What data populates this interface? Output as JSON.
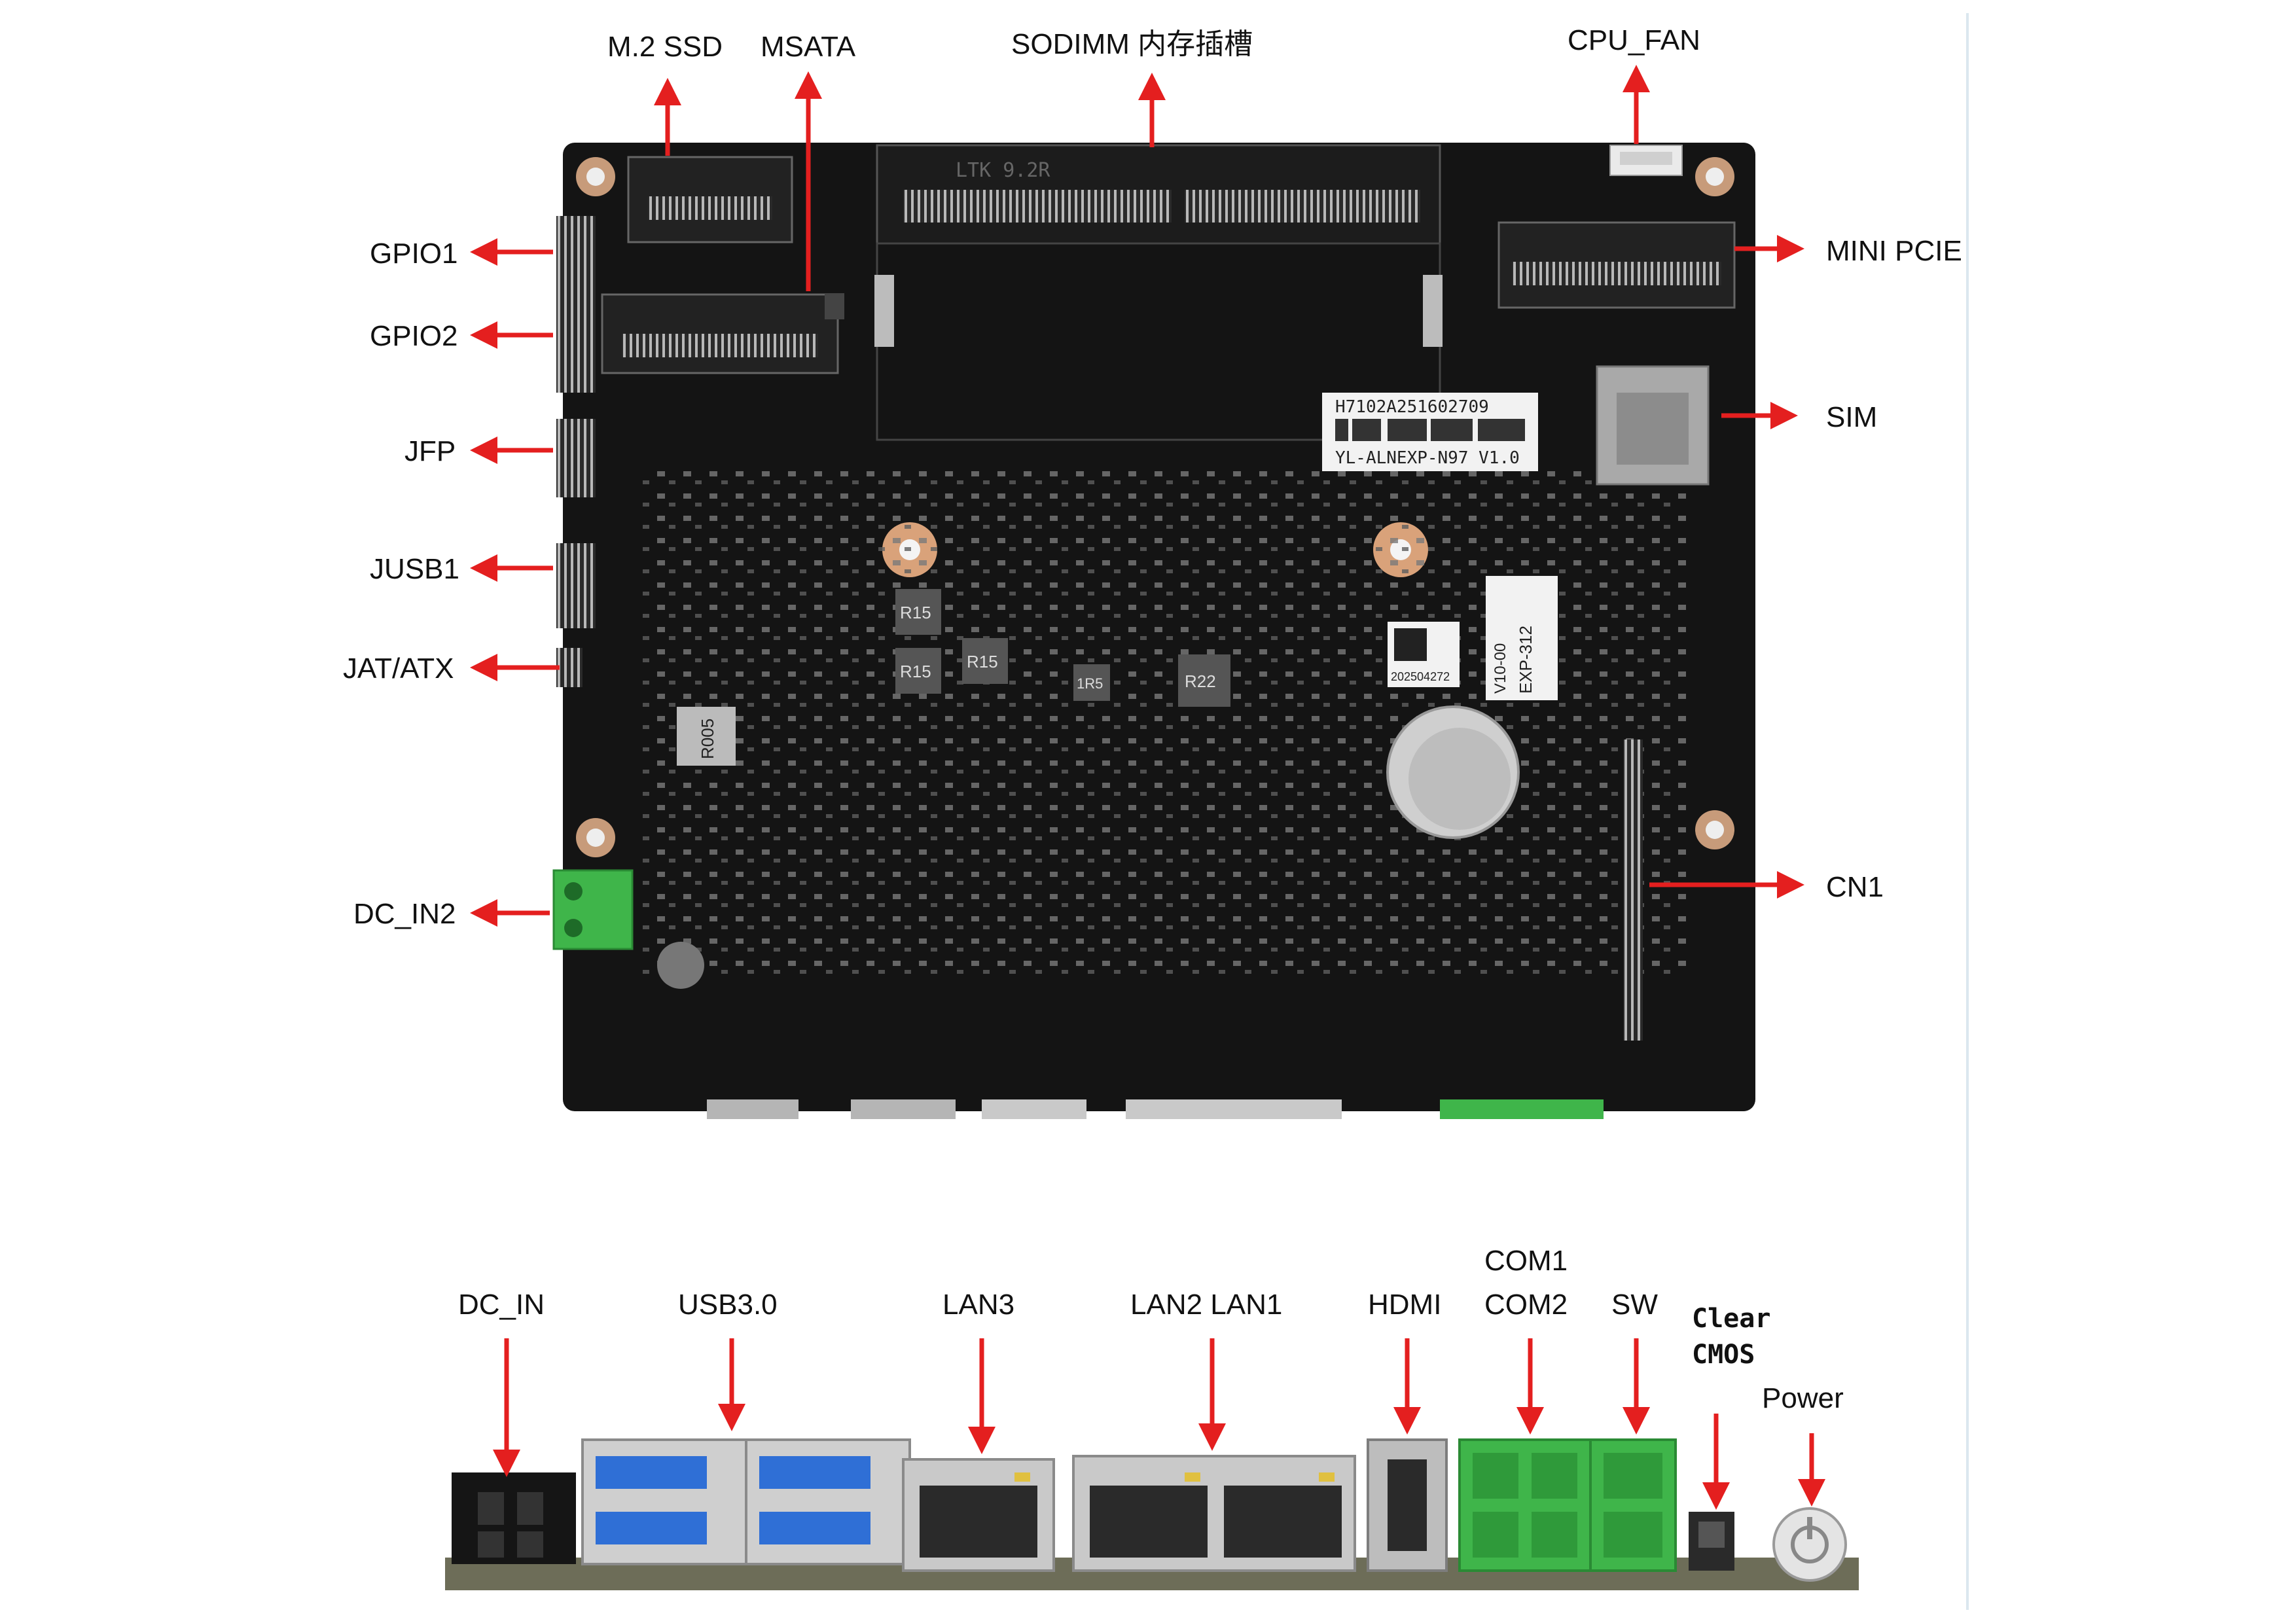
{
  "board": {
    "sticker_serial": "H7102A251602709",
    "sticker_model": "YL-ALNEXP-N97 V1.0",
    "model_tag": "EXP-312",
    "version_tag": "V10-00",
    "date_code": "202504272",
    "inductor_labels": [
      "R15",
      "R15",
      "R15",
      "R22",
      "1R5",
      "R005"
    ],
    "slot_mark": "LTK 9.2R"
  },
  "top_labels": {
    "m2_ssd": "M.2 SSD",
    "msata": "MSATA",
    "sodimm": "SODIMM 内存插槽",
    "cpu_fan": "CPU_FAN"
  },
  "left_labels": {
    "gpio1": "GPIO1",
    "gpio2": "GPIO2",
    "jfp": "JFP",
    "jusb1": "JUSB1",
    "jat_atx": "JAT/ATX",
    "dc_in2": "DC_IN2"
  },
  "right_labels": {
    "mini_pcie": "MINI PCIE",
    "sim": "SIM",
    "cn1": "CN1"
  },
  "io_labels": {
    "dc_in": "DC_IN",
    "usb30": "USB3.0",
    "lan3": "LAN3",
    "lan2_lan1": "LAN2 LAN1",
    "hdmi": "HDMI",
    "com1": "COM1",
    "com2": "COM2",
    "sw": "SW",
    "clear": "Clear",
    "cmos": "CMOS",
    "power": "Power"
  },
  "colors": {
    "arrow": "#e41f1f",
    "pcb": "#141414",
    "terminal_green": "#3fb54a",
    "usb_blue": "#2f6fd6"
  }
}
